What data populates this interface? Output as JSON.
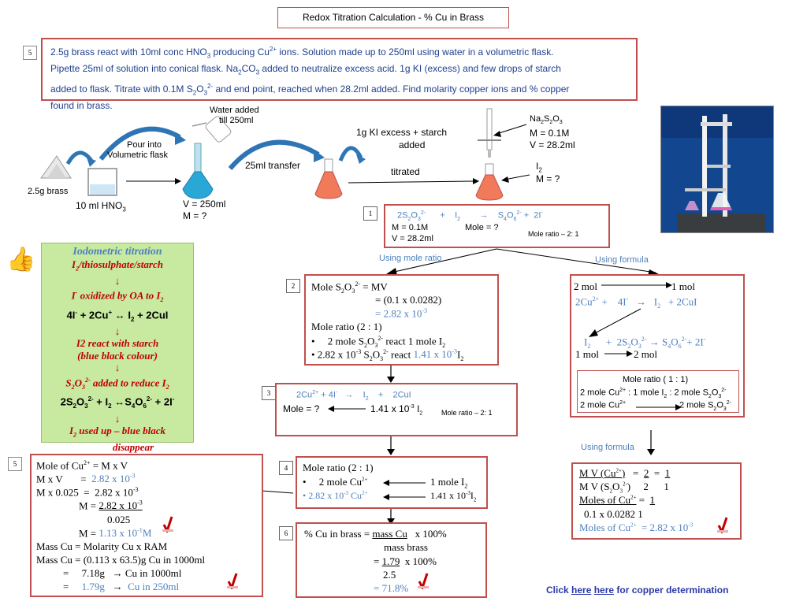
{
  "title": "Redox Titration Calculation - % Cu in Brass",
  "problem": {
    "number": "5",
    "lines": [
      "2.5g brass react with 10ml conc HNO3 producing Cu2+ ions. Solution made up to 250ml using water in a volumetric flask.",
      "Pipette 25ml of solution into conical flask. Na2CO3 added to neutralize excess acid. 1g KI (excess) and few drops of starch",
      "added to flask. Titrate with 0.1M S2O32- and end point, reached when 28.2ml added. Find molarity copper ions and % copper",
      "found in brass."
    ]
  },
  "apparatus": {
    "water_added": "Water added",
    "till_250": "till 250ml",
    "pour_into": "Pour into",
    "volumetric_flask": "Volumetric flask",
    "brass": "2.5g brass",
    "hno3": "10 ml HNO3",
    "v250": "V = 250ml",
    "m_unknown": "M = ?",
    "transfer": "25ml transfer",
    "ki_starch_1": "1g KI excess + starch",
    "ki_starch_2": "added",
    "titrated": "titrated",
    "thio_formula": "Na2S2O3",
    "thio_m": "M = 0.1M",
    "thio_v": "V = 28.2ml",
    "i2": "I2",
    "i2_m": "M = ?"
  },
  "box1": {
    "number": "1",
    "equation": "2S2O32-   +   I2   →   S4O62- +  2I-",
    "m": "M = 0.1M",
    "mole": "Mole = ?",
    "v": "V = 28.2ml",
    "ratio": "Mole ratio – 2: 1"
  },
  "branch_labels": {
    "mole_ratio": "Using mole ratio",
    "formula": "Using formula",
    "formula2": "Using formula"
  },
  "iodometric": {
    "title": "Iodometric titration",
    "l1": "I2/thiosulphate/starch",
    "a1": "↓",
    "l2": "I- oxidized by OA to I2",
    "eq1": "4I- + 2Cu+ ↔ I2 + 2CuI",
    "a2": "↓",
    "l3": "I2 react with starch",
    "l4": "(blue black colour)",
    "a3": "↓",
    "l5": "S2O32- added to reduce I2",
    "eq2": "2S2O32- + I2 ↔S4O62- + 2I-",
    "a4": "↓",
    "l6": "I2 used up – blue black",
    "l7": "disappear"
  },
  "box2": {
    "number": "2",
    "l1": "Mole S2O32- = MV",
    "l2": "= (0.1 x 0.0282)",
    "l3": "= 2.82 x 10-3",
    "l4": "Mole ratio (2 : 1)",
    "l5": "2 mole S2O32- react 1 mole I2",
    "l6": "2.82 x 10-3 S2O32- react 1.41 x 10-3I2"
  },
  "box3": {
    "number": "3",
    "eq": "2Cu2+ + 4I-  →   I2  +   2CuI",
    "mole": "Mole = ?",
    "val": "1.41 x 10-3 I2",
    "ratio": "Mole ratio – 2: 1"
  },
  "box4": {
    "number": "4",
    "l1": "Mole ratio (2 : 1)",
    "l2a": "2 mole Cu2+",
    "l2b": "1 mole I2",
    "l3a": "2.82 x 10-3 Cu2+",
    "l3b": "1.41 x 10-3 I2"
  },
  "box5": {
    "number": "5",
    "l1": "Mole of Cu2+ = M x V",
    "l2": "M x V       =  2.82 x 10-3",
    "l3": "M x 0.025  =  2.82 x 10-3",
    "l4": "M = 2.82 x 10-3",
    "l5": "0.025",
    "l6": "M = 1.13 x 10-1M",
    "l7": "Mass Cu =  Molarity Cu  x RAM",
    "l8": "Mass Cu =  (0.113 x 63.5)g Cu in 1000ml",
    "l9": "=     7.18g   → Cu in 1000ml",
    "l10": "=     1.79g   →  Cu in 250ml"
  },
  "box6": {
    "number": "6",
    "l1": "% Cu in brass = mass Cu   x 100%",
    "l2": "mass brass",
    "l3": "= 1.79  x 100%",
    "l4": "2.5",
    "l5": "= 71.8%"
  },
  "formula_box": {
    "l1a": "2 mol",
    "l1b": "1 mol",
    "eq1": "2Cu2+  +   4I-   →   I2   + 2CuI",
    "eq2": "I2     +  2S2O32- → S4O62-+ 2I-",
    "l2a": "1 mol",
    "l2b": "2 mol"
  },
  "ratio_box": {
    "l1": "Mole ratio  ( 1 : 1)",
    "l2": "2 mole Cu2+ : 1 mole I2 : 2 mole S2O32-",
    "l3a": "2 mole Cu2+",
    "l3b": "2 mole S2O32-"
  },
  "final_box": {
    "l1": "M V (Cu2+)   =  2  =  1",
    "l2": "M V (S2O32-)     2      1",
    "l3": "Moles of Cu2+ =  1",
    "l4": "0.1 x 0.0282        1",
    "l5": "Moles of Cu2+  = 2.82 x 10-3"
  },
  "footer": {
    "click": "Click ",
    "here1": "here",
    "here2": "here",
    "rest": " for copper determination"
  },
  "colors": {
    "box_border": "#c0504d",
    "answer_blue": "#4f81bd",
    "red_text": "#c00000",
    "iodometric_bg": "#c7e9a0"
  }
}
